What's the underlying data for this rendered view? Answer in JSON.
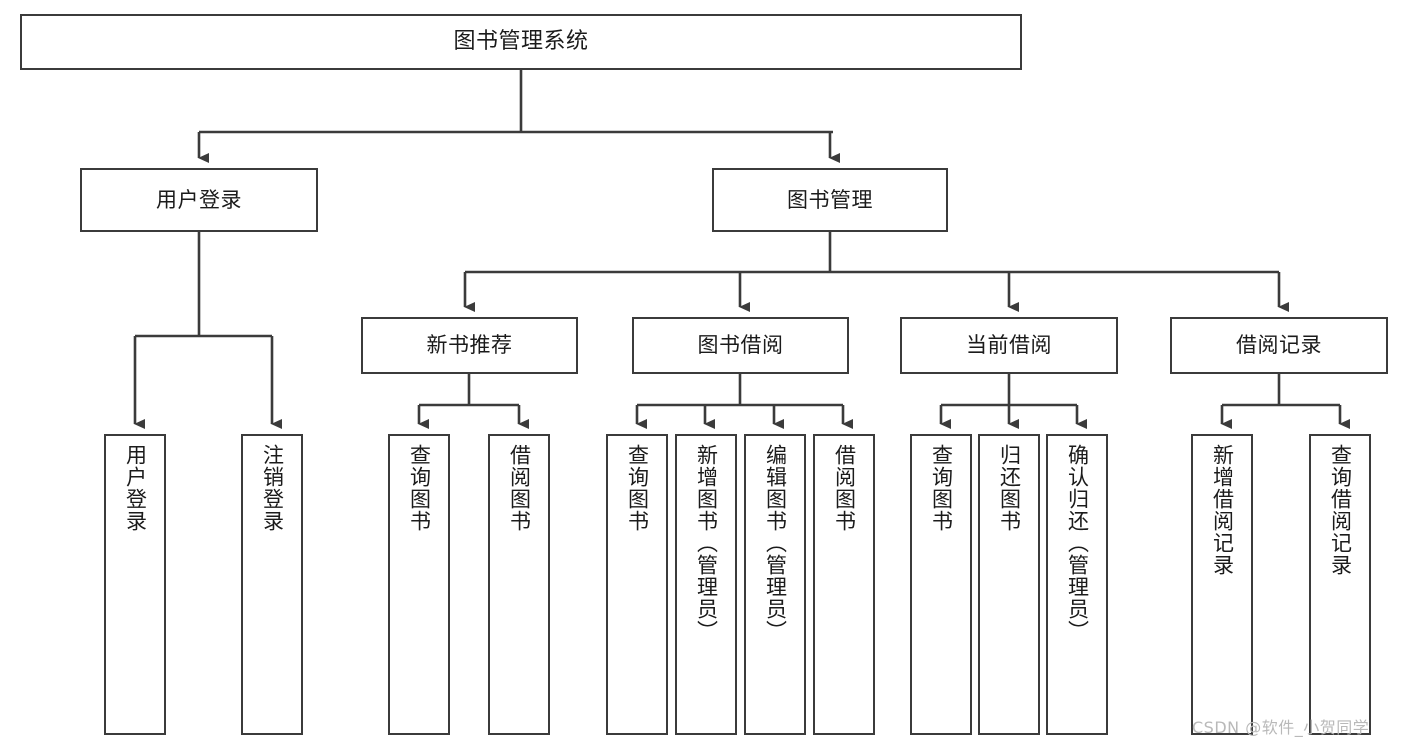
{
  "diagram": {
    "title": "图书管理系统",
    "type": "tree-hierarchy-diagram",
    "root": {
      "id": "root",
      "label": "图书管理系统"
    },
    "level2": [
      {
        "id": "user-login",
        "label": "用户登录"
      },
      {
        "id": "book-manage",
        "label": "图书管理"
      }
    ],
    "level3": [
      {
        "id": "new-book-rec",
        "label": "新书推荐"
      },
      {
        "id": "book-borrow",
        "label": "图书借阅"
      },
      {
        "id": "current-borrow",
        "label": "当前借阅"
      },
      {
        "id": "borrow-record",
        "label": "借阅记录"
      }
    ],
    "leaves": {
      "user_login": [
        {
          "id": "leaf-user-login",
          "label": "用户登录"
        },
        {
          "id": "leaf-logout",
          "label": "注销登录"
        }
      ],
      "new_book_rec": [
        {
          "id": "leaf-query-book-1",
          "label": "查询图书"
        },
        {
          "id": "leaf-borrow-book-1",
          "label": "借阅图书"
        }
      ],
      "book_borrow": [
        {
          "id": "leaf-query-book-2",
          "label": "查询图书"
        },
        {
          "id": "leaf-add-book",
          "label": "新增图书（管理员）"
        },
        {
          "id": "leaf-edit-book",
          "label": "编辑图书（管理员）"
        },
        {
          "id": "leaf-borrow-book-2",
          "label": "借阅图书"
        }
      ],
      "current_borrow": [
        {
          "id": "leaf-query-book-3",
          "label": "查询图书"
        },
        {
          "id": "leaf-return-book",
          "label": "归还图书"
        },
        {
          "id": "leaf-confirm-return",
          "label": "确认归还（管理员）"
        }
      ],
      "borrow_record": [
        {
          "id": "leaf-add-record",
          "label": "新增借阅记录"
        },
        {
          "id": "leaf-query-record",
          "label": "查询借阅记录"
        }
      ]
    }
  },
  "watermark": {
    "text": "CSDN @软件_小贺同学"
  },
  "colors": {
    "stroke": "#3b3b3b",
    "text": "#1b1b1b",
    "background": "#ffffff",
    "watermark": "#b9b9b9"
  }
}
